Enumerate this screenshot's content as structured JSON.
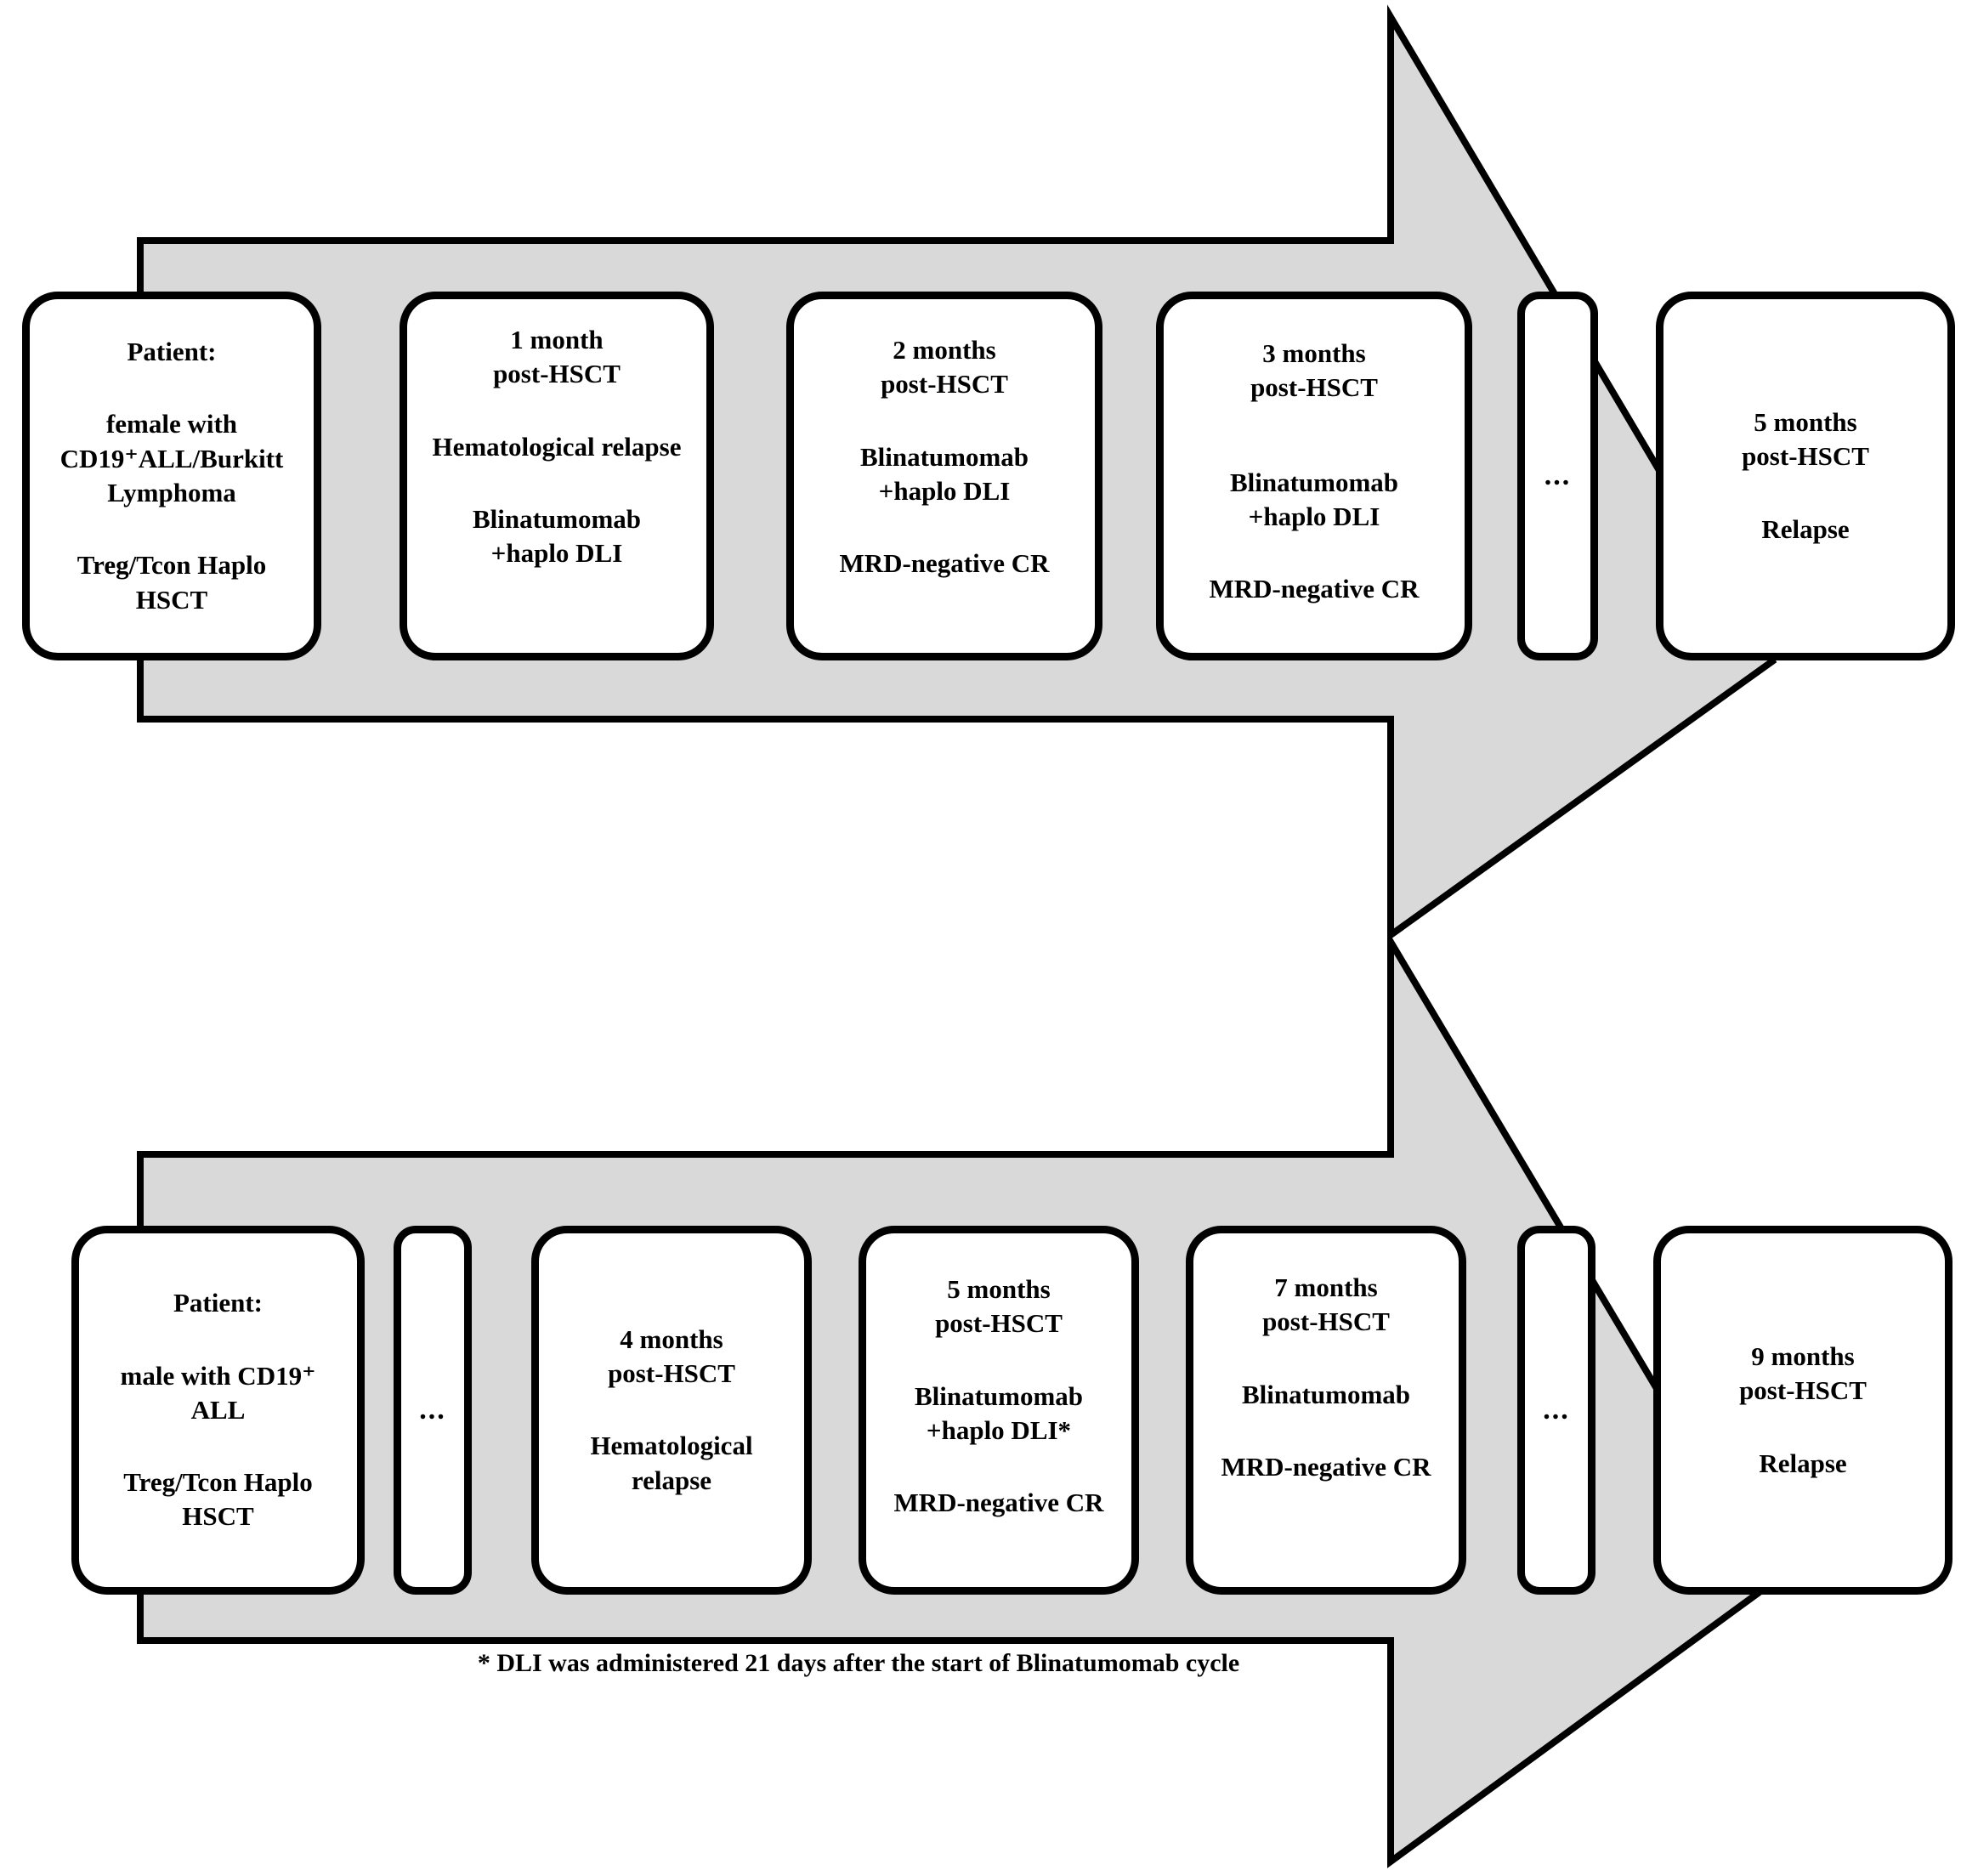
{
  "figure": {
    "type": "clinical-timeline-flow-diagram",
    "arrow_fill": "#d9d9d9",
    "arrow_stroke": "#000000",
    "box_stroke": "#000000",
    "box_fill": "#ffffff",
    "footnote": "* DLI was administered 21 days after the start of Blinatumomab cycle"
  },
  "rows": [
    {
      "id": "patient-1-timeline",
      "nodes": [
        {
          "id": "patient-1-baseline",
          "paragraphs": [
            [
              "Patient:"
            ],
            [
              "female with",
              "CD19⁺ALL/Burkitt",
              "Lymphoma"
            ],
            [
              "Treg/Tcon Haplo",
              "HSCT"
            ]
          ]
        },
        {
          "id": "p1-1-month",
          "paragraphs": [
            [
              "1 month",
              "post-HSCT"
            ],
            [
              "Hematological relapse"
            ],
            [
              "Blinatumomab",
              "+haplo DLI"
            ]
          ]
        },
        {
          "id": "p1-2-months",
          "paragraphs": [
            [
              "2 months",
              "post-HSCT"
            ],
            [
              "Blinatumomab",
              "+haplo DLI"
            ],
            [
              "MRD-negative CR"
            ]
          ]
        },
        {
          "id": "p1-3-months",
          "paragraphs": [
            [
              "3 months",
              "post-HSCT"
            ],
            [
              "Blinatumomab",
              "+haplo DLI"
            ],
            [
              "MRD-negative CR"
            ]
          ]
        },
        {
          "id": "p1-gap",
          "ellipsis": "..."
        },
        {
          "id": "p1-5-months",
          "paragraphs": [
            [
              "5 months",
              "post-HSCT"
            ],
            [
              "Relapse"
            ]
          ]
        }
      ]
    },
    {
      "id": "patient-2-timeline",
      "nodes": [
        {
          "id": "patient-2-baseline",
          "paragraphs": [
            [
              "Patient:"
            ],
            [
              "male with CD19⁺",
              "ALL"
            ],
            [
              "Treg/Tcon Haplo",
              "HSCT"
            ]
          ]
        },
        {
          "id": "p2-gap-1",
          "ellipsis": "..."
        },
        {
          "id": "p2-4-months",
          "paragraphs": [
            [
              "4 months",
              "post-HSCT"
            ],
            [
              "Hematological",
              "relapse"
            ]
          ]
        },
        {
          "id": "p2-5-months",
          "paragraphs": [
            [
              "5 months",
              "post-HSCT"
            ],
            [
              "Blinatumomab",
              "+haplo DLI*"
            ],
            [
              "MRD-negative CR"
            ]
          ]
        },
        {
          "id": "p2-7-months",
          "paragraphs": [
            [
              "7 months",
              "post-HSCT"
            ],
            [
              "Blinatumomab"
            ],
            [
              "MRD-negative CR"
            ]
          ]
        },
        {
          "id": "p2-gap-2",
          "ellipsis": "..."
        },
        {
          "id": "p2-9-months",
          "paragraphs": [
            [
              "9 months",
              "post-HSCT"
            ],
            [
              "Relapse"
            ]
          ]
        }
      ]
    }
  ]
}
